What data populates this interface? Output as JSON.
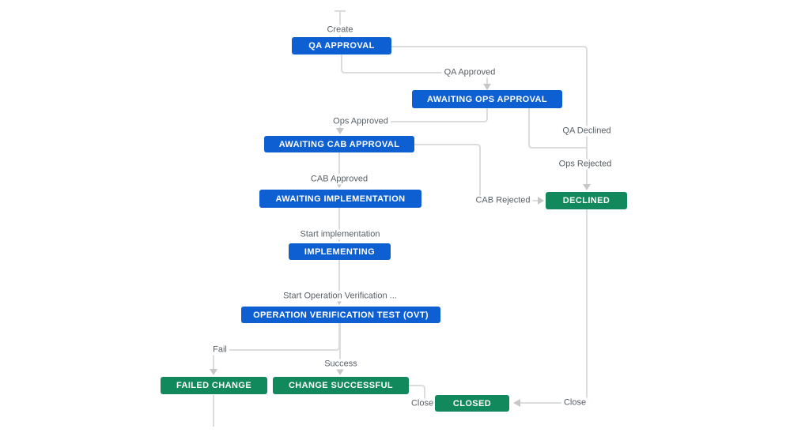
{
  "workflow": {
    "statuses": [
      {
        "name": "qa-approval",
        "label": "QA APPROVAL",
        "category": "in-progress"
      },
      {
        "name": "awaiting-ops-approval",
        "label": "AWAITING OPS APPROVAL",
        "category": "in-progress"
      },
      {
        "name": "awaiting-cab-approval",
        "label": "AWAITING CAB APPROVAL",
        "category": "in-progress"
      },
      {
        "name": "awaiting-implementation",
        "label": "AWAITING IMPLEMENTATION",
        "category": "in-progress"
      },
      {
        "name": "implementing",
        "label": "IMPLEMENTING",
        "category": "in-progress"
      },
      {
        "name": "operation-verification-test",
        "label": "OPERATION VERIFICATION TEST (OVT)",
        "category": "in-progress"
      },
      {
        "name": "failed-change",
        "label": "FAILED CHANGE",
        "category": "done"
      },
      {
        "name": "change-successful",
        "label": "CHANGE SUCCESSFUL",
        "category": "done"
      },
      {
        "name": "closed",
        "label": "CLOSED",
        "category": "done"
      },
      {
        "name": "declined",
        "label": "DECLINED",
        "category": "done"
      }
    ],
    "transitions": [
      {
        "name": "create",
        "label": "Create"
      },
      {
        "name": "qa-approved",
        "label": "QA Approved"
      },
      {
        "name": "ops-approved",
        "label": "Ops Approved"
      },
      {
        "name": "cab-approved",
        "label": "CAB Approved"
      },
      {
        "name": "start-implementation",
        "label": "Start implementation"
      },
      {
        "name": "start-ovt",
        "label": "Start Operation Verification ..."
      },
      {
        "name": "fail",
        "label": "Fail"
      },
      {
        "name": "success",
        "label": "Success"
      },
      {
        "name": "qa-declined",
        "label": "QA Declined"
      },
      {
        "name": "ops-rejected",
        "label": "Ops Rejected"
      },
      {
        "name": "cab-rejected",
        "label": "CAB Rejected"
      },
      {
        "name": "close-from-successful",
        "label": "Close"
      },
      {
        "name": "close-from-declined",
        "label": "Close"
      }
    ]
  },
  "colors": {
    "status_in_progress_blue": "#0d5fd2",
    "status_done_green": "#12895c",
    "connector_gray": "#dcdcdc",
    "arrowhead_gray": "#c7c7c7",
    "transition_label_text": "#596066"
  }
}
